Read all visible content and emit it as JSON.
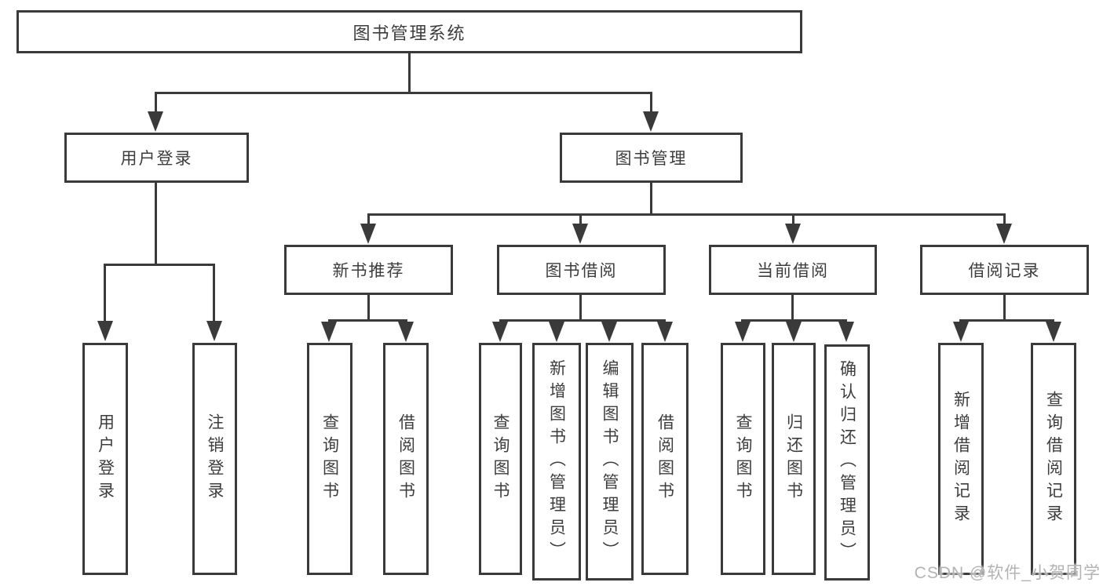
{
  "diagram": {
    "title_node": "图书管理系统",
    "level2": [
      {
        "label": "用户登录"
      },
      {
        "label": "图书管理"
      }
    ],
    "level3": [
      {
        "label": "新书推荐"
      },
      {
        "label": "图书借阅"
      },
      {
        "label": "当前借阅"
      },
      {
        "label": "借阅记录"
      }
    ],
    "leaves": {
      "login": [
        "用户登录",
        "注销登录"
      ],
      "recommend": [
        "查询图书",
        "借阅图书"
      ],
      "borrow": [
        "查询图书",
        "新增图书（管理员）",
        "编辑图书（管理员）",
        "借阅图书"
      ],
      "current": [
        "查询图书",
        "归还图书",
        "确认归还（管理员）"
      ],
      "records": [
        "新增借阅记录",
        "查询借阅记录"
      ]
    },
    "colors": {
      "line": "#3a3a3a",
      "text": "#3d3d3d",
      "background": "#ffffff",
      "watermark": "#b3b3b3"
    },
    "watermark": "CSDN @软件_小贺同学"
  }
}
